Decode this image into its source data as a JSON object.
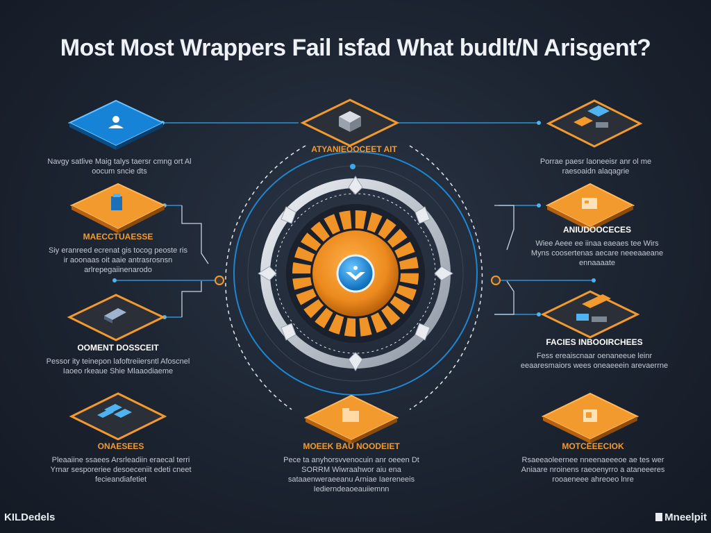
{
  "title": "Most Most Wrappers Fail isfad What budlt/N Arisgent?",
  "center_label": "ATYANIEOOCEET AIT",
  "nodes": [
    {
      "id": "top-left",
      "head": "",
      "desc": "Navgy satlive Maig talys taersr cmng ort Al oocum sncie dts"
    },
    {
      "id": "top-center",
      "head": "",
      "desc": ""
    },
    {
      "id": "top-right",
      "head": "",
      "desc": "Porrae paesr laoneeisr anr ol me raesoaidn alaqagrie"
    },
    {
      "id": "left-2",
      "head": "MAECCTUAESSE",
      "desc": "Siy eranreed ecrenat gis tocog peoste ris ir aoonaas oit aaie antrasrosnsn arlrepegaiinenarodo"
    },
    {
      "id": "right-2",
      "head": "ANIUDOOCECES",
      "desc": "Wiee Aeee ee iinaa eaeaes tee Wirs Myns coosertenas aecare neeeaaeane ennaaaate"
    },
    {
      "id": "left-3",
      "head": "OOMENT DOSSCEIT",
      "desc": "Pessor ity teinepon lafoftreiiersntl Afoscnel Iaoeo rkeaue Shie Mlaaodiaeme"
    },
    {
      "id": "right-3",
      "head": "FACIES INBOOIRCHEES",
      "desc": "Fess ereaiscnaar oenaneeue leinr eeaaresmaiors wees oneaeeein arevaerrne"
    },
    {
      "id": "bottom-left",
      "head": "ONAESEES",
      "desc": "Pleaaiine ssaees Arsrleadiin eraecal terri Yrnar sesporeriee desoeceniit edeti cneet fecieandiafetiet"
    },
    {
      "id": "bottom-center",
      "head": "MOEEK BAU NOODEIET",
      "desc": "Pece ta anyhorsvvenocuin anr oeeen Dt SORRM Wiwraahwor aiu ena sataaenweraeeanu Arniae Iaereneeis Iedierndeaoeauiiemnn"
    },
    {
      "id": "bottom-right",
      "head": "MOTCEEECIOK",
      "desc": "Rsaeeaoleernee nneenaeeeoe ae tes wer Aniaare nroinens raeoenyrro a ataneeeres rooaeneee ahreoeo lnre"
    }
  ],
  "corner_left": "KILDedels",
  "corner_right": "Mneelpit",
  "colors": {
    "accent_orange": "#f39a2e",
    "accent_blue": "#1e9be8",
    "bg": "#1c2431"
  },
  "icons": [
    "people-icon",
    "box-icon",
    "server-icon",
    "screen-grid-icon",
    "puzzle-icon",
    "dashboard-icon",
    "dual-screen-icon",
    "chart-icon",
    "folder-icon",
    "shield-icon"
  ]
}
